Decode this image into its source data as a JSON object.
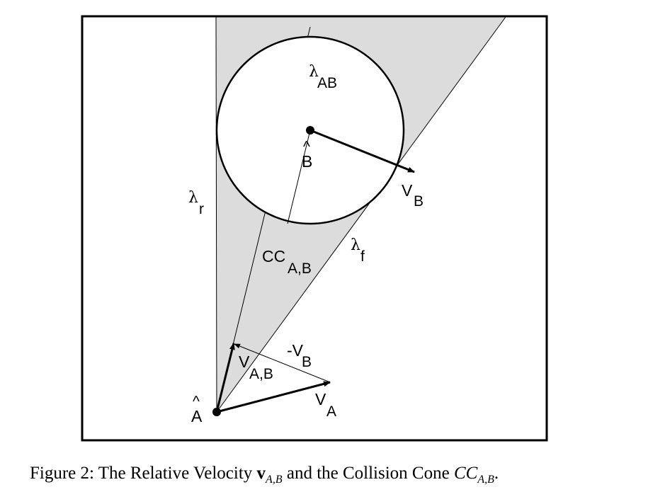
{
  "labels": {
    "lambda_ab": "AB",
    "b_hat": "B",
    "v_b": "B",
    "lambda_r": "r",
    "cc": "CC",
    "cc_sub": "A,B",
    "lambda_f": "f",
    "neg_v": "-V",
    "neg_v_sub": "B",
    "v_ab": "V",
    "v_ab_sub": "A,B",
    "a_hat": "A",
    "v_a": "A"
  },
  "caption": {
    "prefix": "Figure 2: The Relative Velocity ",
    "v": "v",
    "v_sub": "A,B",
    "middle": " and the Collision Cone ",
    "cc": "CC",
    "cc_sub": "A,B",
    "suffix": "."
  }
}
